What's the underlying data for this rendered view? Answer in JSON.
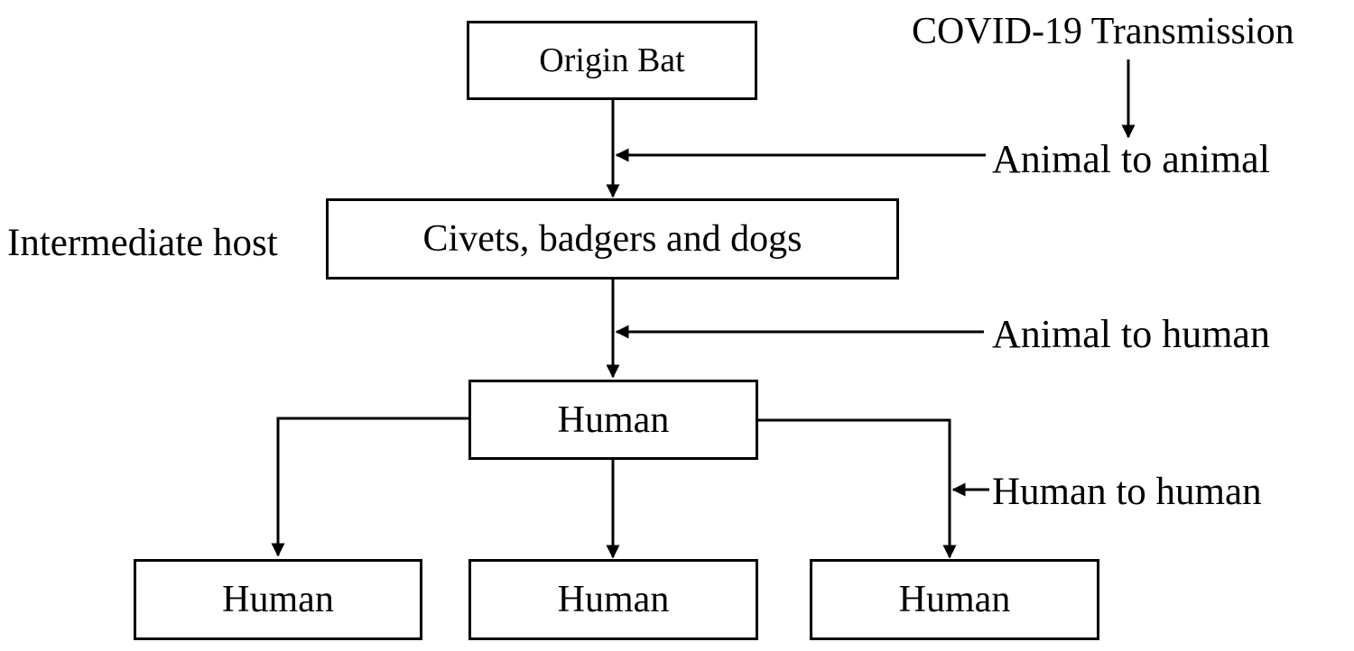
{
  "title": "COVID-19 Transmission",
  "nodes": {
    "origin": "Origin Bat",
    "intermediate": "Civets, badgers and dogs",
    "human_main": "Human",
    "human_left": "Human",
    "human_center": "Human",
    "human_right": "Human"
  },
  "labels": {
    "intermediate_host": "Intermediate host",
    "animal_to_animal": "Animal to animal",
    "animal_to_human": "Animal to human",
    "human_to_human": "Human to human"
  }
}
